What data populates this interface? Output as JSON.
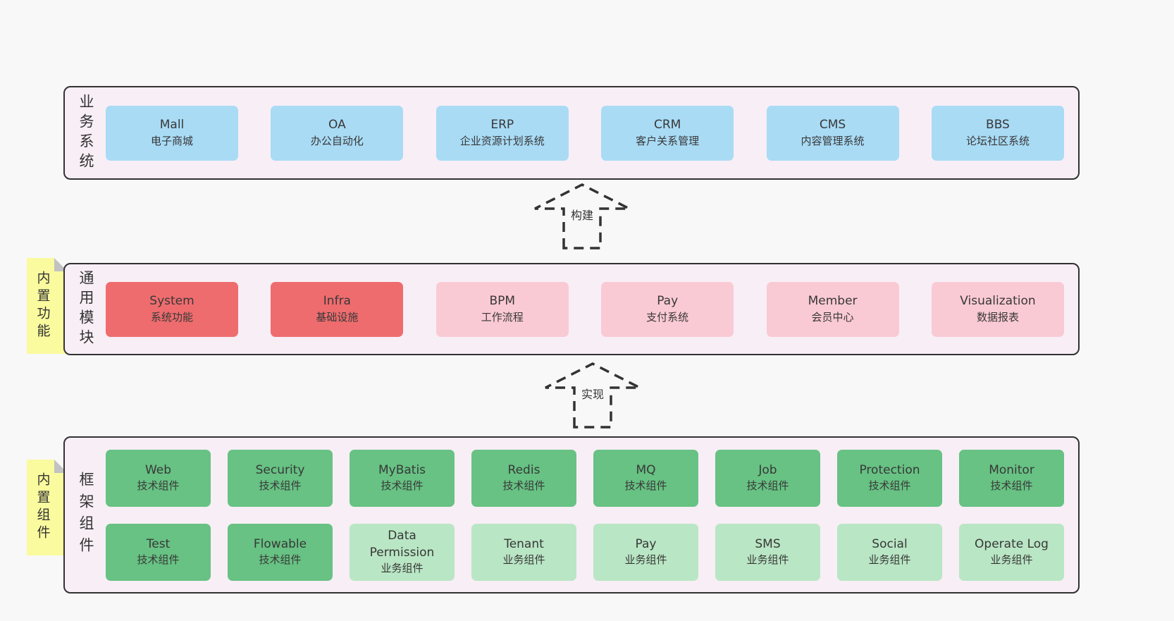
{
  "colors": {
    "background": "#f8f8f8",
    "panel_fill": "#f8eef6",
    "panel_border": "#323232",
    "blue": "#a9dbf5",
    "red": "#ef6c6e",
    "pink": "#facad4",
    "green": "#67c283",
    "light_green": "#b9e6c4",
    "sticky_yellow": "#fafa9e",
    "sticky_fold": "#c2c2c2",
    "text": "#383838"
  },
  "layer_business": {
    "label": "业务系统",
    "boxes": [
      {
        "name": "Mall",
        "subtitle": "电子商城",
        "variant": "blue"
      },
      {
        "name": "OA",
        "subtitle": "办公自动化",
        "variant": "blue"
      },
      {
        "name": "ERP",
        "subtitle": "企业资源计划系统",
        "variant": "blue"
      },
      {
        "name": "CRM",
        "subtitle": "客户关系管理",
        "variant": "blue"
      },
      {
        "name": "CMS",
        "subtitle": "内容管理系统",
        "variant": "blue"
      },
      {
        "name": "BBS",
        "subtitle": "论坛社区系统",
        "variant": "blue"
      }
    ]
  },
  "arrow_build": {
    "label": "构建"
  },
  "layer_modules": {
    "label": "通用模块",
    "sticky": "内置功能",
    "boxes": [
      {
        "name": "System",
        "subtitle": "系统功能",
        "variant": "red"
      },
      {
        "name": "Infra",
        "subtitle": "基础设施",
        "variant": "red"
      },
      {
        "name": "BPM",
        "subtitle": "工作流程",
        "variant": "pink"
      },
      {
        "name": "Pay",
        "subtitle": "支付系统",
        "variant": "pink"
      },
      {
        "name": "Member",
        "subtitle": "会员中心",
        "variant": "pink"
      },
      {
        "name": "Visualization",
        "subtitle": "数据报表",
        "variant": "pink"
      }
    ]
  },
  "arrow_implement": {
    "label": "实现"
  },
  "layer_components": {
    "label": "框架组件",
    "sticky": "内置组件",
    "row1": [
      {
        "name": "Web",
        "subtitle": "技术组件",
        "variant": "green"
      },
      {
        "name": "Security",
        "subtitle": "技术组件",
        "variant": "green"
      },
      {
        "name": "MyBatis",
        "subtitle": "技术组件",
        "variant": "green"
      },
      {
        "name": "Redis",
        "subtitle": "技术组件",
        "variant": "green"
      },
      {
        "name": "MQ",
        "subtitle": "技术组件",
        "variant": "green"
      },
      {
        "name": "Job",
        "subtitle": "技术组件",
        "variant": "green"
      },
      {
        "name": "Protection",
        "subtitle": "技术组件",
        "variant": "green"
      },
      {
        "name": "Monitor",
        "subtitle": "技术组件",
        "variant": "green"
      }
    ],
    "row2": [
      {
        "name": "Test",
        "subtitle": "技术组件",
        "variant": "green"
      },
      {
        "name": "Flowable",
        "subtitle": "技术组件",
        "variant": "green"
      },
      {
        "name": "Data Permission",
        "subtitle": "业务组件",
        "variant": "lightgreen"
      },
      {
        "name": "Tenant",
        "subtitle": "业务组件",
        "variant": "lightgreen"
      },
      {
        "name": "Pay",
        "subtitle": "业务组件",
        "variant": "lightgreen"
      },
      {
        "name": "SMS",
        "subtitle": "业务组件",
        "variant": "lightgreen"
      },
      {
        "name": "Social",
        "subtitle": "业务组件",
        "variant": "lightgreen"
      },
      {
        "name": "Operate Log",
        "subtitle": "业务组件",
        "variant": "lightgreen"
      }
    ]
  }
}
